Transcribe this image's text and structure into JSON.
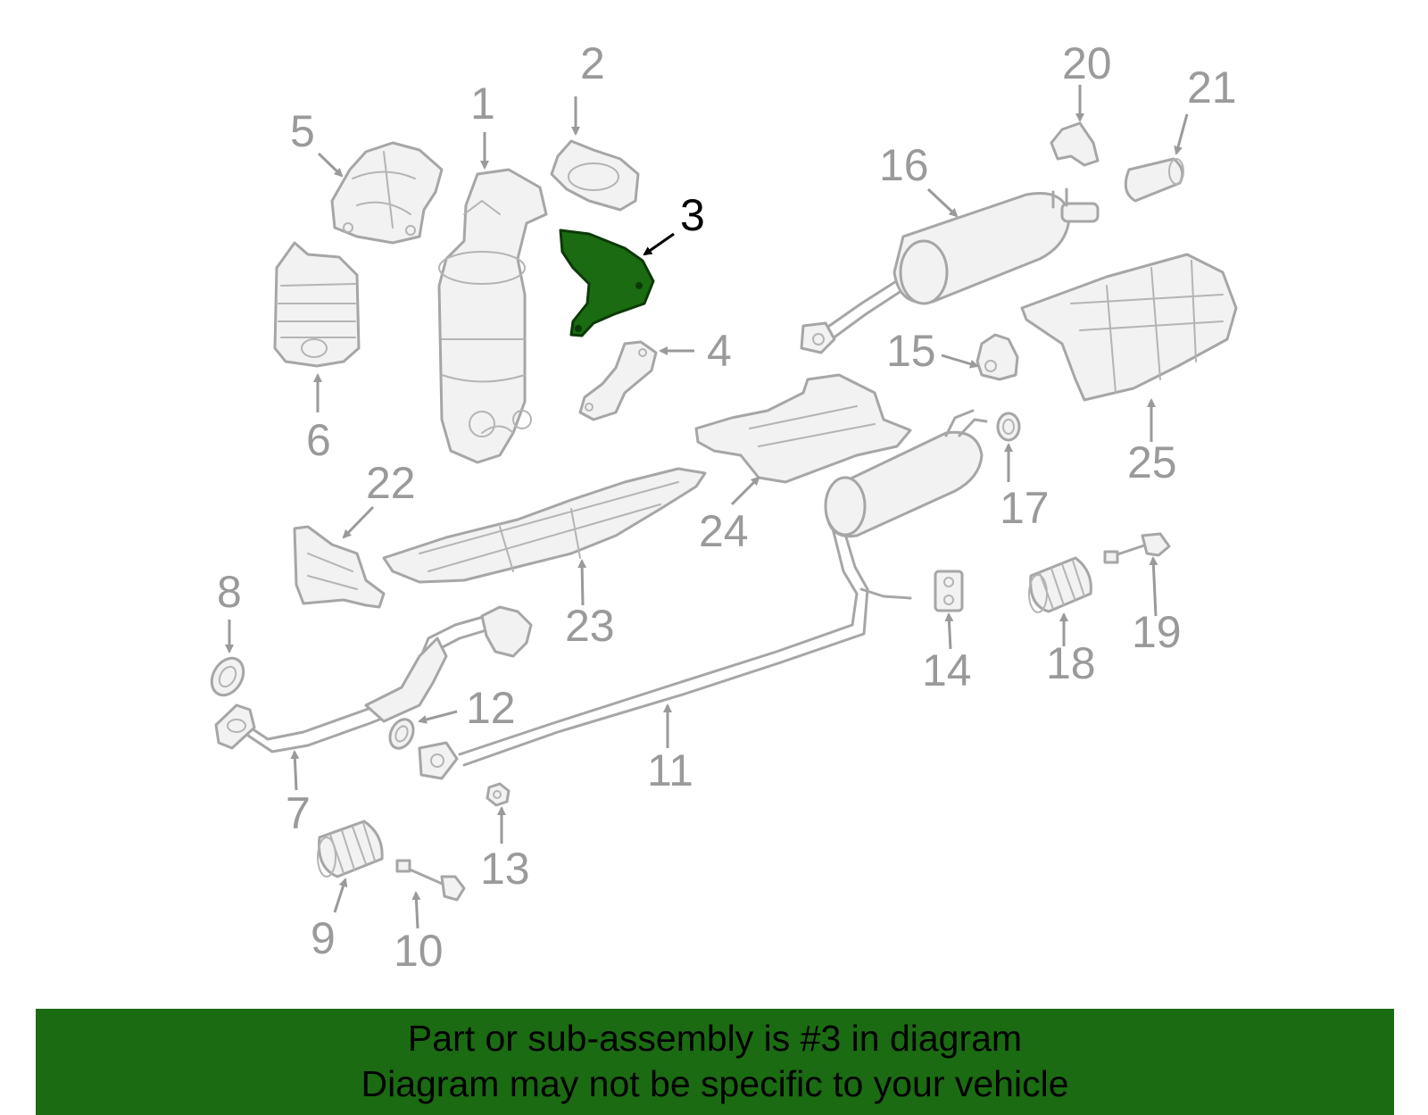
{
  "diagram": {
    "highlighted_part": "3",
    "colors": {
      "highlight": "#1b6b12",
      "parts": "#a6a6a6",
      "callouts": "#9a9a9a"
    },
    "callouts": [
      "1",
      "2",
      "3",
      "4",
      "5",
      "6",
      "7",
      "8",
      "9",
      "10",
      "11",
      "12",
      "13",
      "14",
      "15",
      "16",
      "17",
      "18",
      "19",
      "20",
      "21",
      "22",
      "23",
      "24",
      "25"
    ]
  },
  "banner": {
    "line1": "Part or sub-assembly is #3 in diagram",
    "line2": "Diagram may not be specific to your vehicle"
  }
}
